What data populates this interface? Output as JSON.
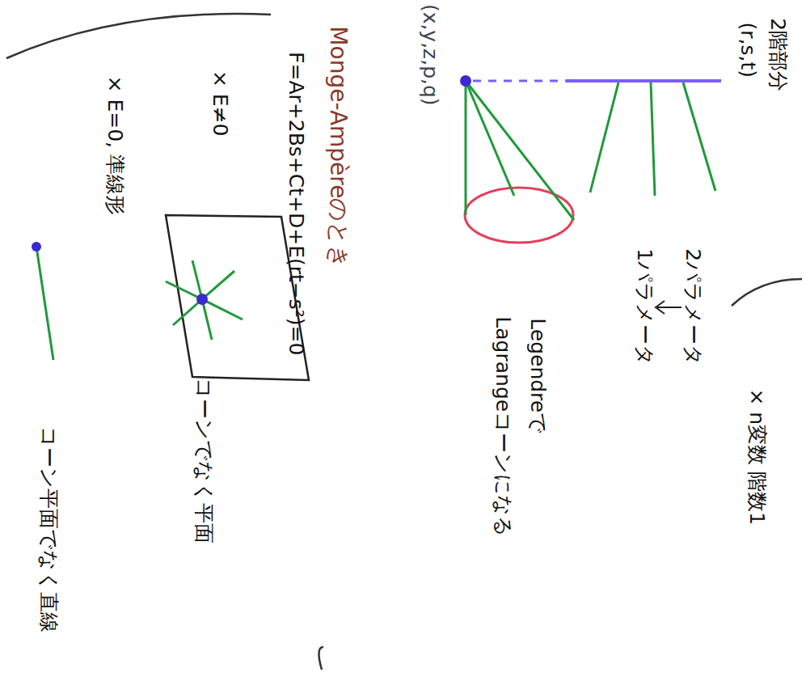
{
  "diagram": {
    "labels": [
      "× n変数 階数1",
      "2パラメータ",
      "1パラメータ",
      "Legendreで",
      "Lagrangeコーンになる",
      "2階部分",
      "(r,s,t)",
      "(x,y,z,p,q)",
      "Monge-Ampèreのとき",
      "F=Ar+2Bs+Ct+D+E(rt−s²)=0",
      "× E≠0",
      "コーンでなく平面",
      "× E=0, 準線形",
      "コーン平面でなく直線"
    ]
  }
}
